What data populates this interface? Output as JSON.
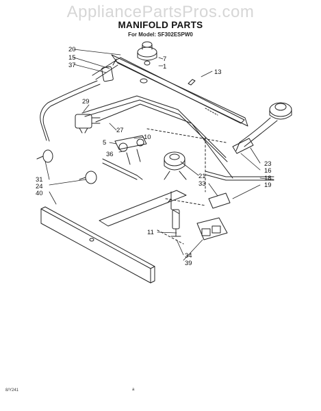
{
  "watermark": "AppliancePartsPros.com",
  "title": "MANIFOLD PARTS",
  "subtitle": "For Model: SF302ESPW0",
  "callouts": [
    "20",
    "15",
    "37",
    "7",
    "1",
    "13",
    "29",
    "27",
    "10",
    "5",
    "36",
    "31",
    "24",
    "40",
    "21",
    "33",
    "23",
    "16",
    "18",
    "19",
    "11",
    "34",
    "39"
  ],
  "footer": {
    "code": "8/Y241",
    "page": "a"
  }
}
